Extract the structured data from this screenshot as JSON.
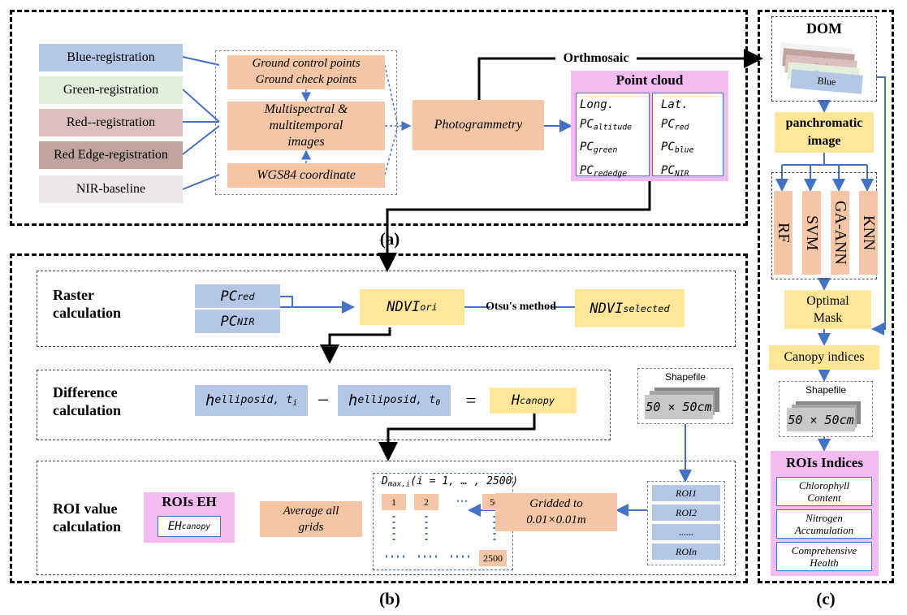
{
  "panel_a": {
    "label": "(a)",
    "inputs": [
      "Blue-registration",
      "Green-registration",
      "Red--registration",
      "Red Edge-registration",
      "NIR-baseline"
    ],
    "gcp_line1": "Ground control points",
    "gcp_line2": "Ground check points",
    "multi_line1": "Multispectral &",
    "multi_line2": "multitemporal",
    "multi_line3": "images",
    "wgs": "WGS84 coordinate",
    "photogrammetry": "Photogrammetry",
    "orthmosaic": "Orthmosaic",
    "point_cloud": {
      "title": "Point cloud",
      "left": [
        {
          "base": "Long.",
          "sub": ""
        },
        {
          "base": "PC",
          "sub": "altitude"
        },
        {
          "base": "PC",
          "sub": "green"
        },
        {
          "base": "PC",
          "sub": "rededge"
        }
      ],
      "right": [
        {
          "base": "Lat.",
          "sub": ""
        },
        {
          "base": "PC",
          "sub": "red"
        },
        {
          "base": "PC",
          "sub": "blue"
        },
        {
          "base": "PC",
          "sub": "NIR"
        }
      ]
    }
  },
  "panel_b": {
    "label": "(b)",
    "raster_line1": "Raster",
    "raster_line2": "calculation",
    "pc_red": {
      "base": "PC",
      "sub": "red"
    },
    "pc_nir": {
      "base": "PC",
      "sub": "NIR"
    },
    "ndvi_ori": {
      "base": "NDVI",
      "sub": "ori"
    },
    "otsu": "Otsu's method",
    "ndvi_sel": {
      "base": "NDVI",
      "sub": "selected"
    },
    "diff_line1": "Difference",
    "diff_line2": "calculation",
    "h_ti": {
      "base": "h",
      "sub": "elliposid, t",
      "subsub": "i"
    },
    "minus": "−",
    "h_t0": {
      "base": "h",
      "sub": "elliposid, t",
      "subsub": "0"
    },
    "equals": "=",
    "h_canopy": {
      "base": "H",
      "sub": "canopy"
    },
    "shapefile": "Shapefile",
    "grid_size": "50 × 50cm",
    "roi_line1": "ROI value",
    "roi_line2": "calculation",
    "rois_eh": "ROIs EH",
    "eh_canopy": {
      "base": "EH",
      "sub": "canopy"
    },
    "average_line1": "Average all",
    "average_line2": "grids",
    "dmax": {
      "base": "D",
      "sub": "max,i",
      "rest": "(i = 1, … , 2500)"
    },
    "grid_cells": [
      "1",
      "2",
      "…",
      "50",
      "2500"
    ],
    "gridded_line1": "Gridded to",
    "gridded_line2": "0.01×0.01m",
    "rois": [
      "ROI1",
      "ROI2",
      "......",
      "ROIn"
    ]
  },
  "panel_c": {
    "label": "(c)",
    "dom": "DOM",
    "dom_layers": [
      "NIR",
      "Red",
      "Red",
      "Green",
      "Blue"
    ],
    "panchromatic_line1": "panchromatic",
    "panchromatic_line2": "image",
    "classifiers": [
      "RF",
      "SVM",
      "GA-ANN",
      "KNN"
    ],
    "optimal_line1": "Optimal",
    "optimal_line2": "Mask",
    "canopy_indices": "Canopy indices",
    "shapefile": "Shapefile",
    "grid_size": "50 × 50cm",
    "rois_indices": "ROIs Indices",
    "indices": [
      {
        "line1": "Chlorophyll",
        "line2": "Content"
      },
      {
        "line1": "Nitrogen",
        "line2": "Accumulation"
      },
      {
        "line1": "Comprehensive",
        "line2": "Health"
      }
    ]
  },
  "colors": {
    "arrow_blue": "#4472C4",
    "peach": "#F4C6A6",
    "yellow": "#FFE699",
    "light_blue": "#B4C7E7",
    "pink": "#F3BBF2"
  }
}
